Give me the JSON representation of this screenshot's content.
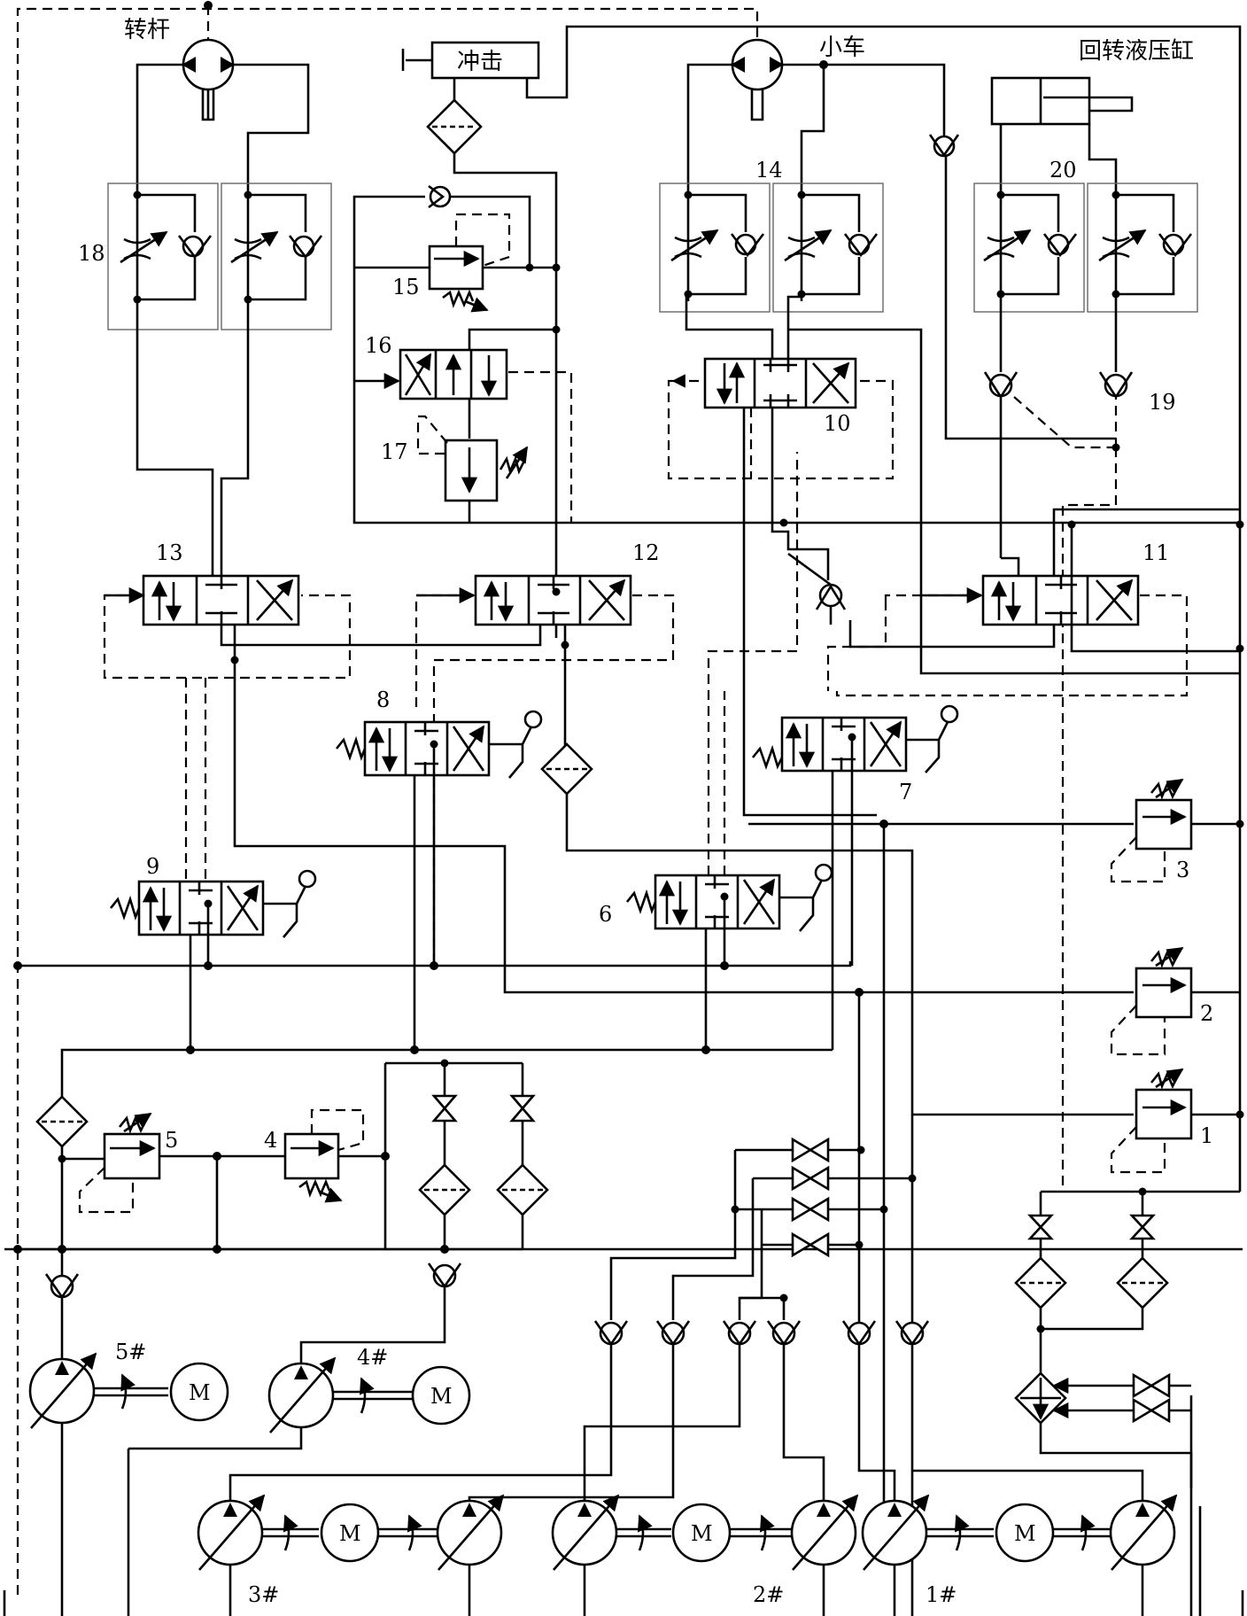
{
  "labels": {
    "rotary_rod": "转杆",
    "impact": "冲击",
    "trolley": "小车",
    "slew_cylinder": "回转液压缸"
  },
  "component_numbers": {
    "n1": "1",
    "n2": "2",
    "n3": "3",
    "n4": "4",
    "n5": "5",
    "n6": "6",
    "n7": "7",
    "n8": "8",
    "n9": "9",
    "n10": "10",
    "n11": "11",
    "n12": "12",
    "n13": "13",
    "n14": "14",
    "n15": "15",
    "n16": "16",
    "n17": "17",
    "n18": "18",
    "n19": "19",
    "n20": "20"
  },
  "pumps": {
    "p5": "5#",
    "p4": "4#",
    "p3": "3#",
    "p2": "2#",
    "p1": "1#"
  },
  "motor_symbol": "M",
  "colors": {
    "line": "#000000",
    "background": "#ffffff"
  }
}
